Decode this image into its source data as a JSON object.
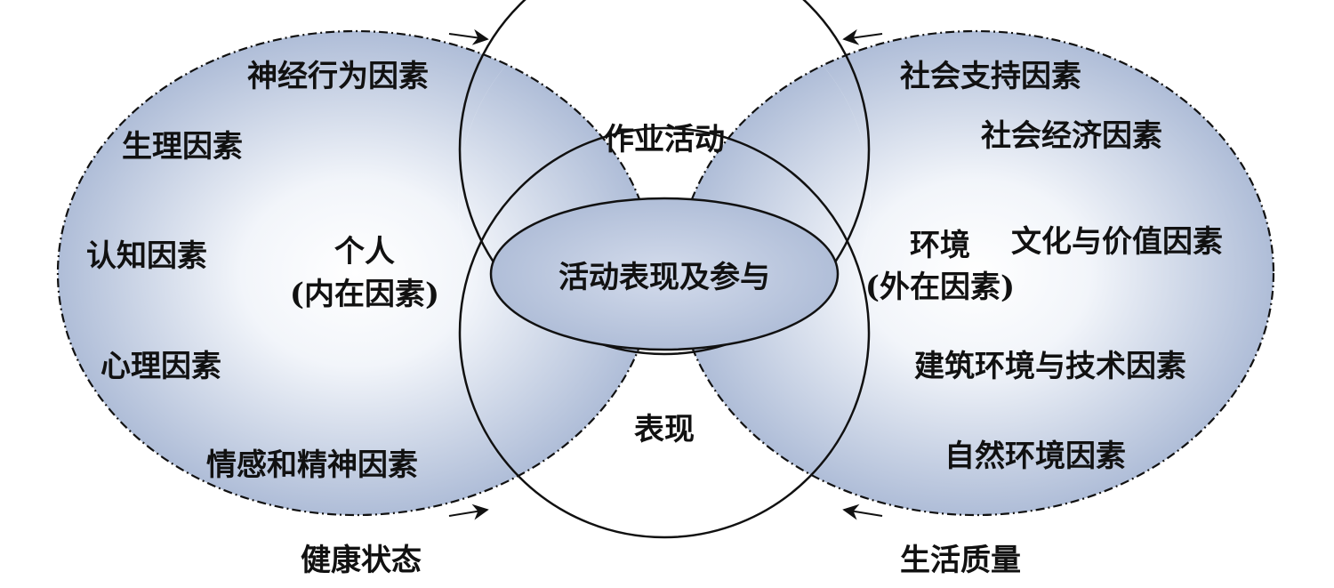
{
  "colors": {
    "ellipse_fill_outer": "#a4b4d2",
    "ellipse_fill_center": "#ffffff",
    "stroke": "#111111",
    "background": "#ffffff"
  },
  "left_group": {
    "center_label_line1": "个人",
    "center_label_line2": "(内在因素)",
    "factors": [
      "神经行为因素",
      "生理因素",
      "认知因素",
      "心理因素",
      "情感和精神因素"
    ],
    "bottom_label": "健康状态"
  },
  "right_group": {
    "center_label_line1": "环境",
    "center_label_line2": "(外在因素)",
    "factors": [
      "社会支持因素",
      "社会经济因素",
      "文化与价值因素",
      "建筑环境与技术因素",
      "自然环境因素"
    ],
    "bottom_label": "生活质量"
  },
  "top_circle": {
    "label": "作业活动"
  },
  "bottom_circle": {
    "label": "表现"
  },
  "center_ellipse": {
    "label": "活动表现及参与"
  }
}
